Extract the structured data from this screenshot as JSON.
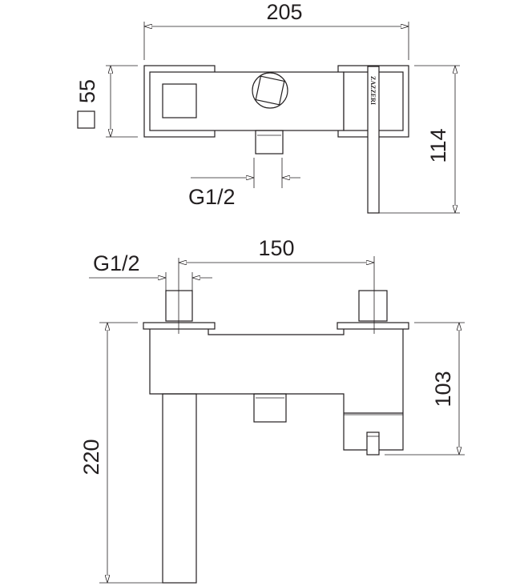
{
  "title": "Bath mixer technical drawing",
  "top_view": {
    "width_dim": "205",
    "body_section_dim": "55",
    "body_section_symbol": "square",
    "depth_dim": "114",
    "outlet_thread": "G1/2",
    "brand": "ZAZZERI"
  },
  "front_view": {
    "centers_dim": "150",
    "inlet_thread": "G1/2",
    "height_dim": "103",
    "spout_length_dim": "220"
  },
  "colors": {
    "line": "#231f20",
    "background": "#ffffff"
  }
}
